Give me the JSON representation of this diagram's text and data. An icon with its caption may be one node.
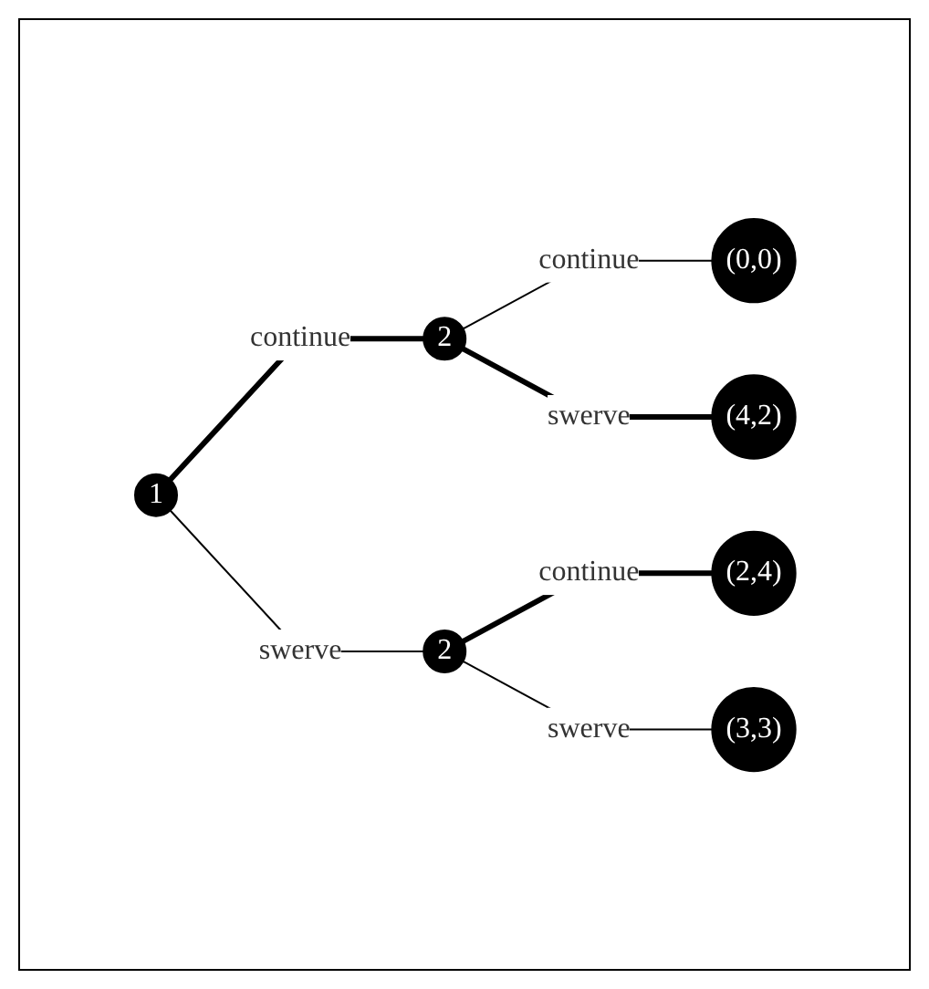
{
  "diagram": {
    "nodes": [
      {
        "text": [
          "1"
        ]
      },
      {
        "text": [
          "2"
        ]
      },
      {
        "text": [
          "2"
        ]
      },
      {
        "text": [
          "(0,0)"
        ]
      },
      {
        "text": [
          "(4,2)"
        ]
      },
      {
        "text": [
          "(2,4)"
        ]
      },
      {
        "text": [
          "(3,3)"
        ]
      }
    ],
    "edges": [
      {
        "from": 0,
        "to": 1,
        "arrow": "none",
        "label": "continue",
        "style": "thick"
      },
      {
        "from": 0,
        "to": 2,
        "arrow": "none",
        "label": "swerve"
      },
      {
        "from": 1,
        "to": 3,
        "arrow": "none",
        "label": "continue"
      },
      {
        "from": 1,
        "to": 4,
        "arrow": "none",
        "label": "swerve",
        "style": "thick"
      },
      {
        "from": 2,
        "to": 5,
        "arrow": "none",
        "label": "continue",
        "style": "thick"
      },
      {
        "from": 2,
        "to": 6,
        "arrow": "none",
        "label": "swerve"
      }
    ]
  }
}
